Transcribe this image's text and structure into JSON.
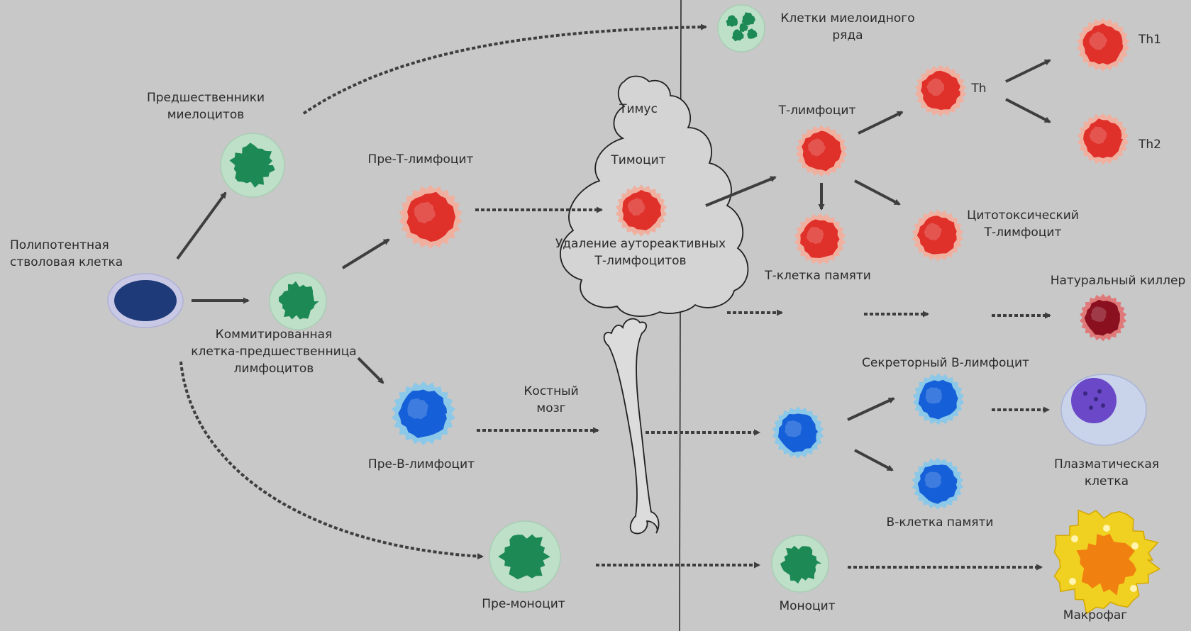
{
  "labels": {
    "myeloid_cells": [
      "Клетки миелоидного",
      "ряда"
    ],
    "myelocyte_precursors": [
      "Предшественники",
      "миелоцитов"
    ],
    "pre_t": "Пре-Т-лимфоцит",
    "thymus": "Тимус",
    "thymocyte": "Тимоцит",
    "deletion": [
      "Удаление аутореактивных",
      "Т-лимфоцитов"
    ],
    "t_lymphocyte": "Т-лимфоцит",
    "th": "Th",
    "th1": "Th1",
    "th2": "Th2",
    "cytotoxic": [
      "Цитотоксический",
      "Т-лимфоцит"
    ],
    "t_memory": "Т-клетка памяти",
    "nk": "Натуральный киллер",
    "stem_cell": [
      "Полипотентная",
      "стволовая клетка"
    ],
    "committed": [
      "Коммитированная",
      "клетка-предшественница",
      "лимфоцитов"
    ],
    "secretory_b": "Секреторный В-лимфоцит",
    "bone_marrow": [
      "Костный",
      "мозг"
    ],
    "pre_b": "Пре-В-лимфоцит",
    "plasma_cell": [
      "Плазматическая",
      "клетка"
    ],
    "b_memory": "В-клетка памяти",
    "pre_monocyte": "Пре-моноцит",
    "monocyte": "Моноцит",
    "macrophage": "Макрофаг"
  },
  "colors": {
    "background": "#c8c8c8",
    "myeloid": "#1d8a55",
    "myeloid_halo": "#bfe0c8",
    "t_lineage": "#e0302a",
    "t_halo": "#f0b0a0",
    "b_lineage": "#1560d8",
    "b_halo": "#8cc8e8",
    "stem": "#1e3a78",
    "stem_halo": "#c9c9e6",
    "nk": "#8a1020",
    "plasma_nucleus": "#6a48c8",
    "plasma_halo": "#c9d3ea",
    "macrophage_body": "#f0d020",
    "macrophage_nucleus": "#f08010",
    "arrow": "#3e3e3e",
    "text": "#2a2a2a"
  }
}
